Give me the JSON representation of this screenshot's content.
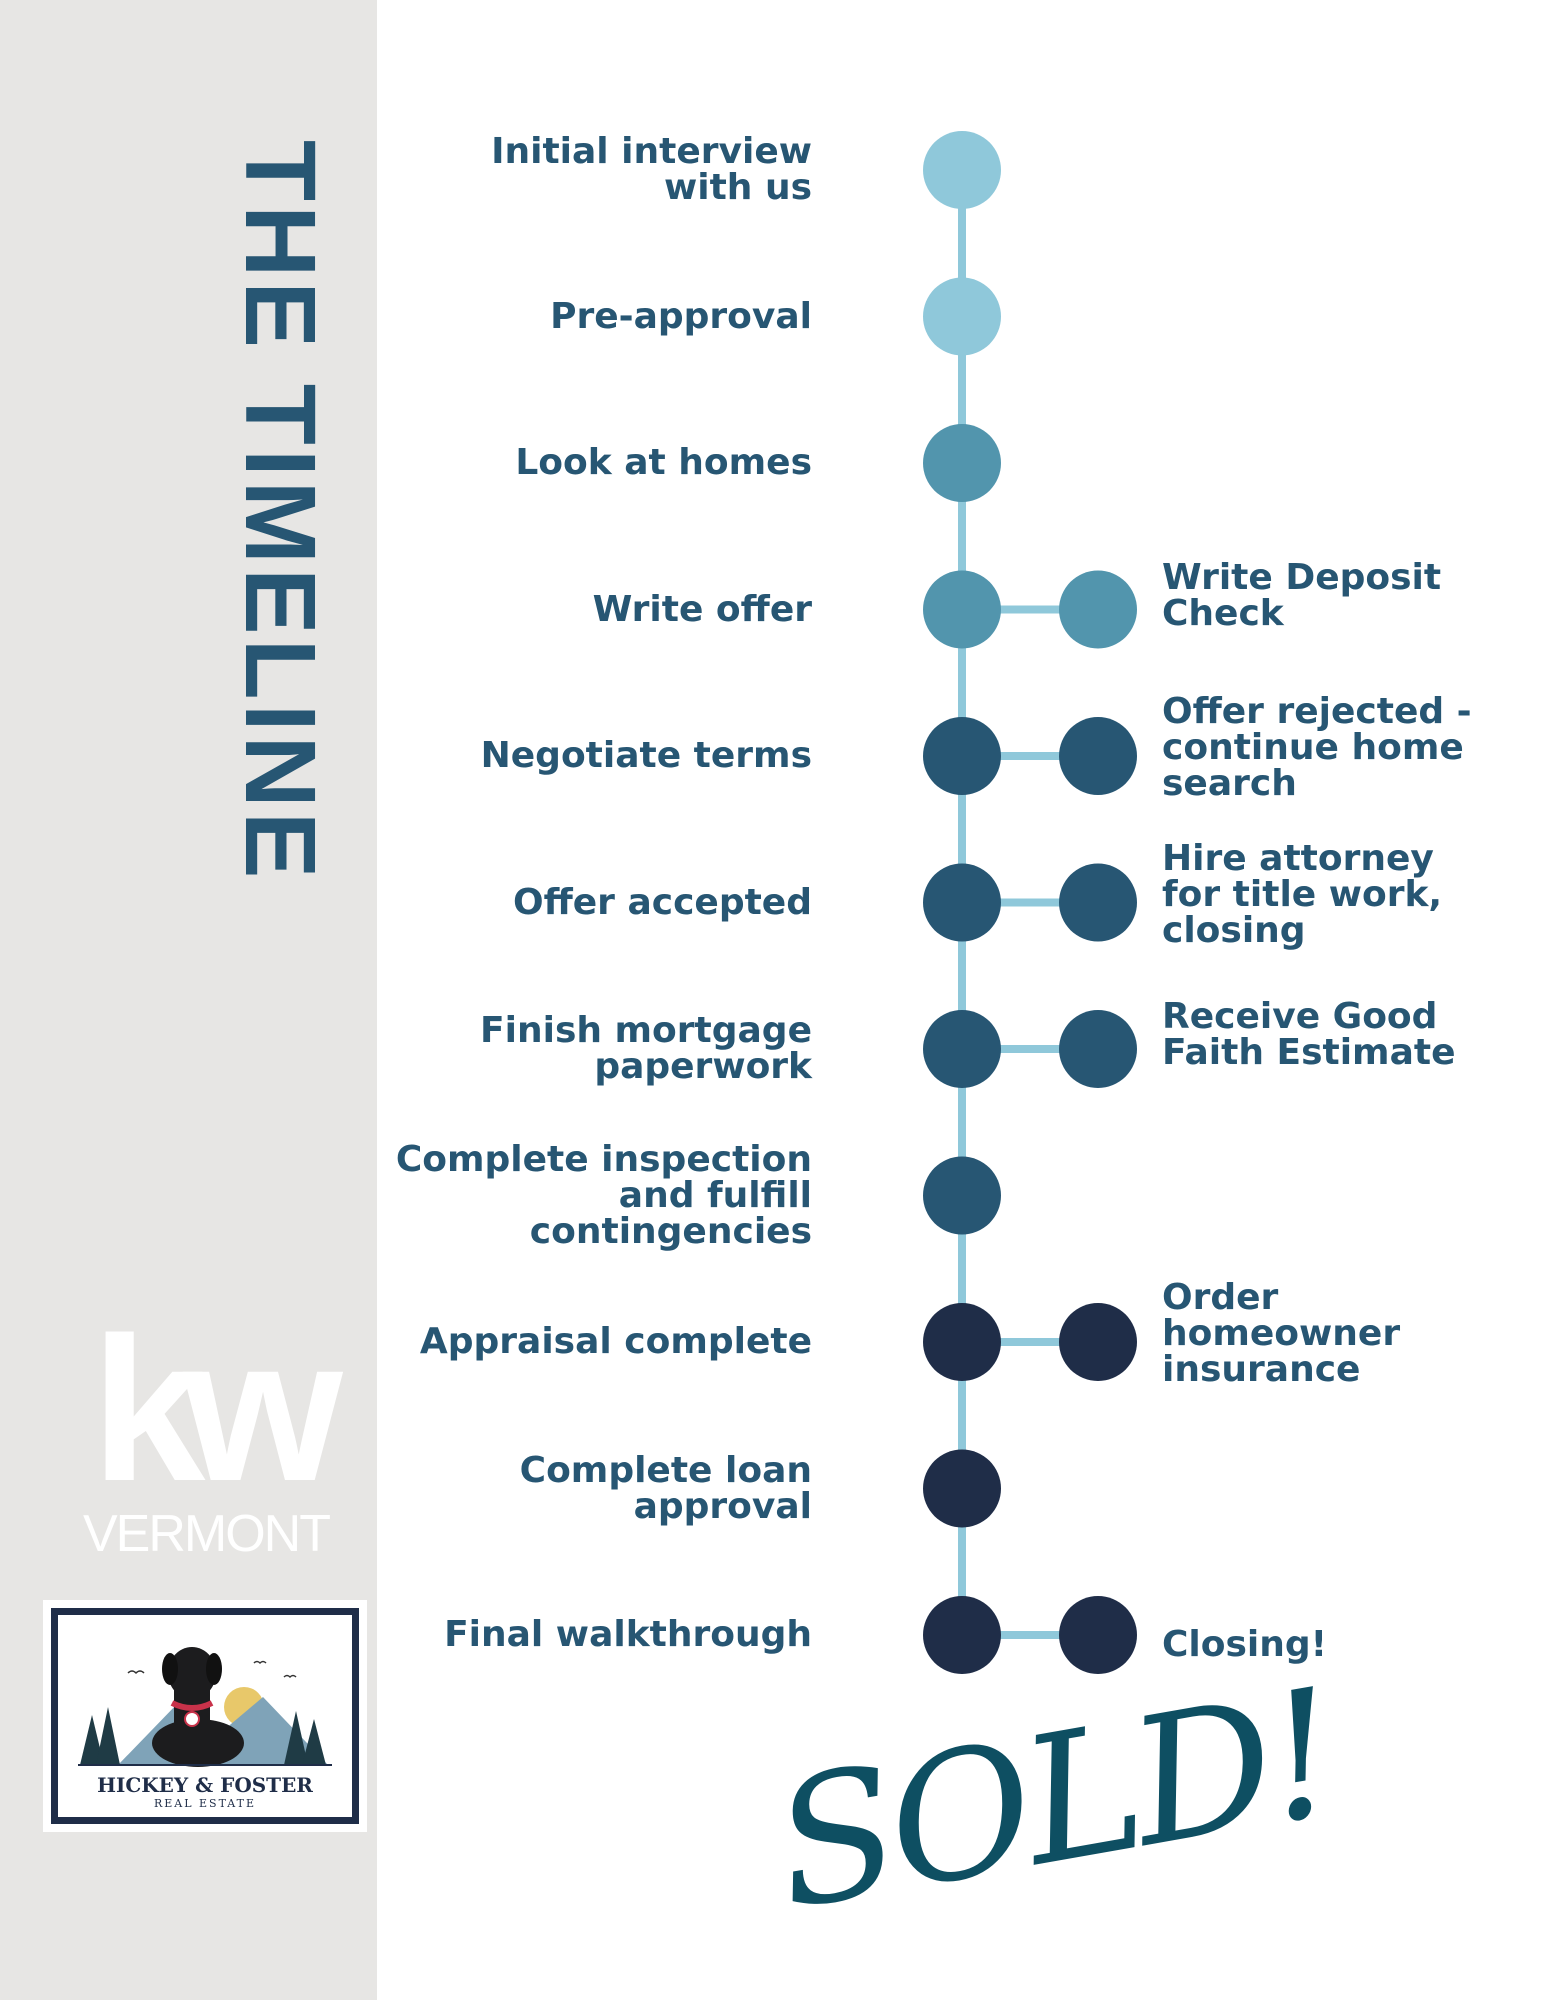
{
  "title": "THE TIMELINE",
  "closing_word": "SOLD!",
  "logo": {
    "mark": "kw",
    "region": "VERMONT"
  },
  "badge": {
    "name": "HICKEY & FOSTER",
    "subtitle": "REAL ESTATE"
  },
  "colors": {
    "line": "#8fc8da",
    "sidebar": "#e7e6e4",
    "title": "#275673",
    "label": "#275673",
    "stage_light": "#8fc8da",
    "stage_mid": "#5295ad",
    "stage_dark": "#275673",
    "stage_navy": "#1f2d48"
  },
  "steps": [
    {
      "label": [
        "Initial interview",
        "with us"
      ],
      "shade": "stage_light",
      "branch": null
    },
    {
      "label": [
        "Pre-approval"
      ],
      "shade": "stage_light",
      "branch": null
    },
    {
      "label": [
        "Look at homes"
      ],
      "shade": "stage_mid",
      "branch": null
    },
    {
      "label": [
        "Write offer"
      ],
      "shade": "stage_mid",
      "branch": [
        "Write Deposit",
        "Check"
      ]
    },
    {
      "label": [
        "Negotiate terms"
      ],
      "shade": "stage_dark",
      "branch": [
        "Offer rejected -",
        "continue home",
        "search"
      ]
    },
    {
      "label": [
        "Offer accepted"
      ],
      "shade": "stage_dark",
      "branch": [
        "Hire attorney",
        "for title work,",
        "closing"
      ]
    },
    {
      "label": [
        "Finish mortgage",
        "paperwork"
      ],
      "shade": "stage_dark",
      "branch": [
        "Receive Good",
        "Faith Estimate"
      ]
    },
    {
      "label": [
        "Complete inspection",
        "and fulfill",
        "contingencies"
      ],
      "shade": "stage_dark",
      "branch": null
    },
    {
      "label": [
        "Appraisal complete"
      ],
      "shade": "stage_navy",
      "branch": [
        "Order",
        "homeowner",
        "insurance"
      ]
    },
    {
      "label": [
        "Complete loan",
        "approval"
      ],
      "shade": "stage_navy",
      "branch": null
    },
    {
      "label": [
        "Final walkthrough"
      ],
      "shade": "stage_navy",
      "branch": [
        "Closing!"
      ]
    }
  ]
}
